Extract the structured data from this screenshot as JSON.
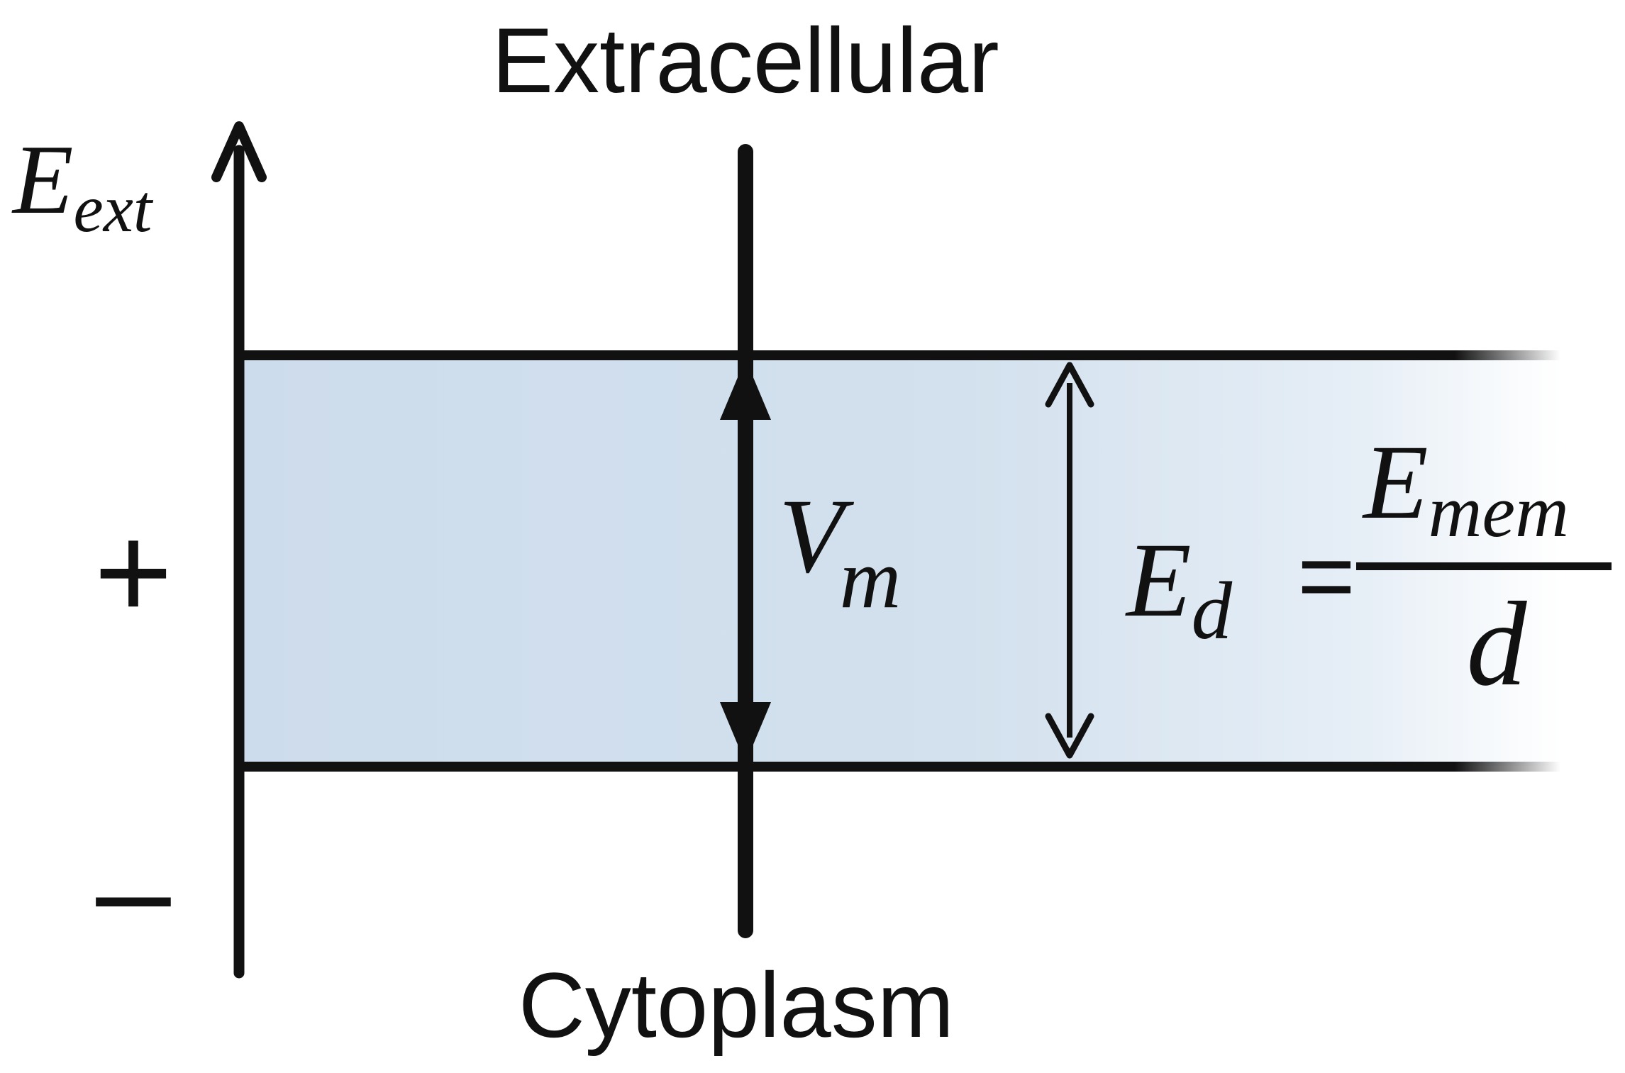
{
  "labels": {
    "top": "Extracellular",
    "bottom": "Cytoplasm",
    "plus": "+",
    "minus": "–"
  },
  "axis_label": {
    "main": "E",
    "sub": "ext"
  },
  "potential_label": {
    "main": "V",
    "sub": "m"
  },
  "equation": {
    "lhs_main": "E",
    "lhs_sub": "d",
    "equals": "=",
    "numerator_main": "E",
    "numerator_sub": "mem",
    "denominator": "d"
  },
  "colors": {
    "membrane_fill": "#cddcec",
    "line": "#111111"
  }
}
